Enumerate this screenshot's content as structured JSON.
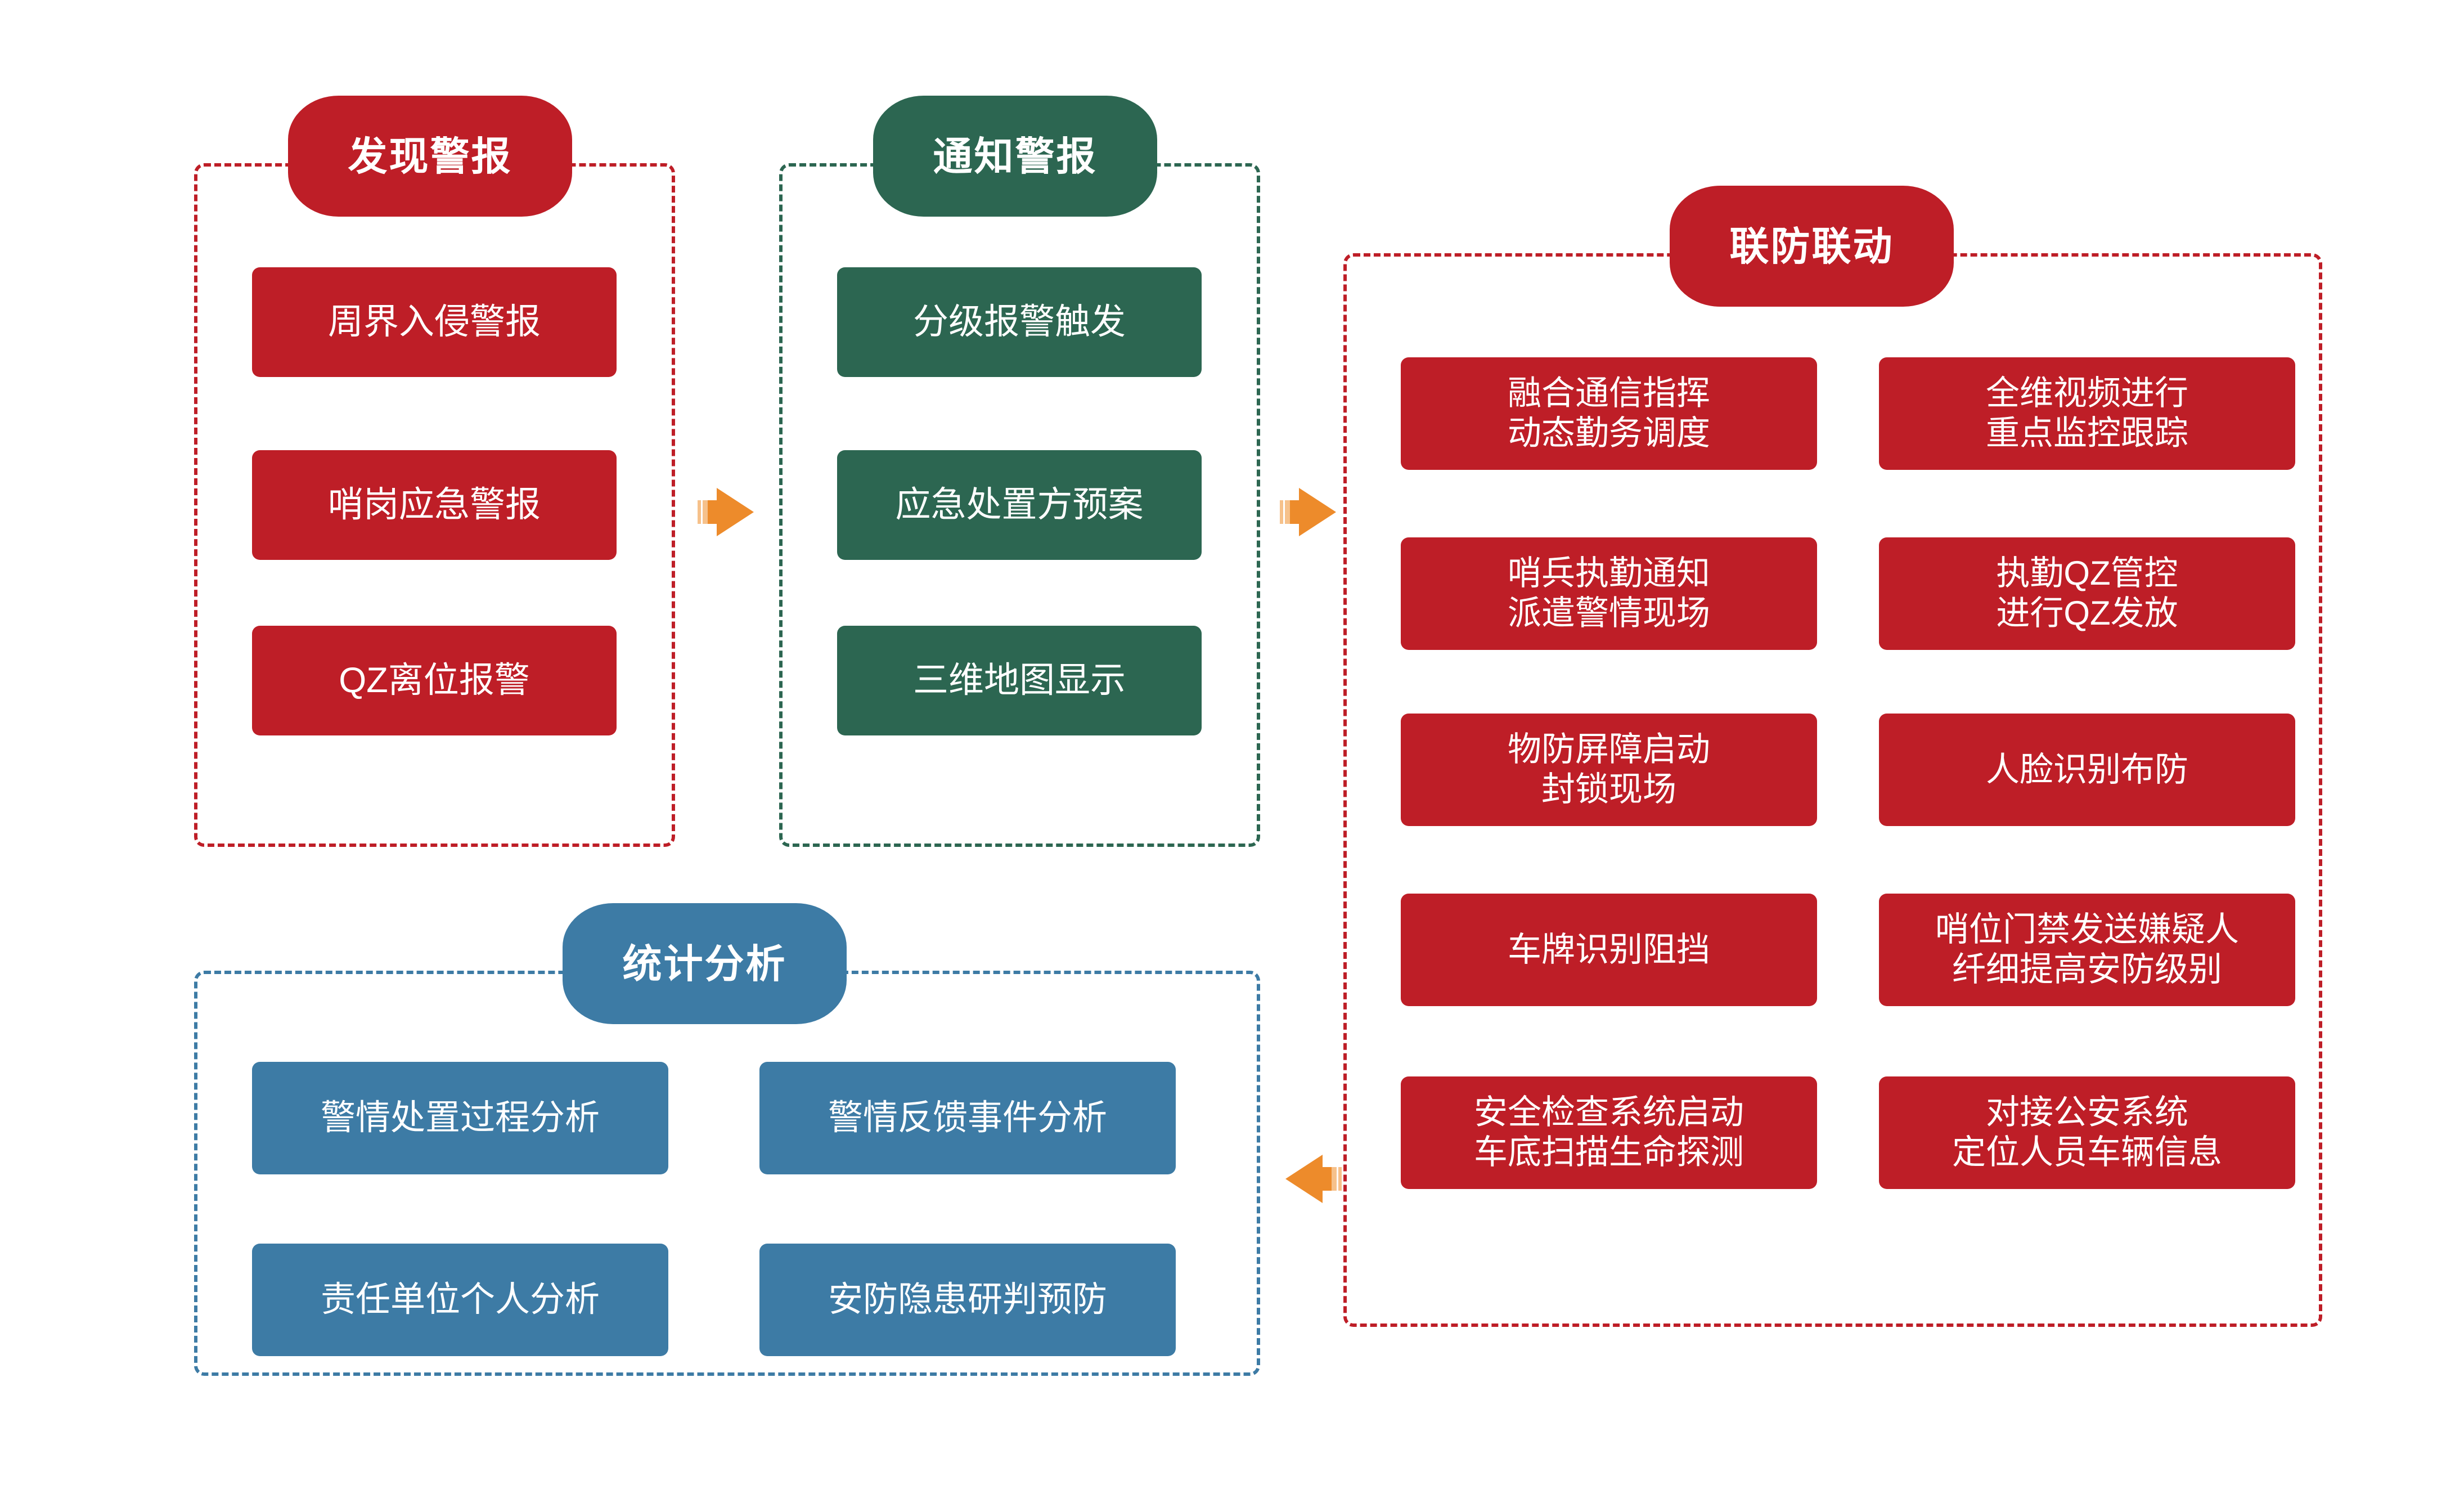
{
  "diagram": {
    "type": "flow-diagram",
    "title_text": "",
    "colors": {
      "red": "#BE1E27",
      "green": "#2C6651",
      "blue": "#3D7BA5",
      "arrow_orange": "#ED8B2B",
      "arrow_orange_light": "#F6C18B",
      "background": "#FFFFFF"
    }
  },
  "panels": {
    "discover": {
      "title": "发现警报",
      "color": "red",
      "items": [
        "周界入侵警报",
        "哨岗应急警报",
        "QZ离位报警"
      ]
    },
    "notify": {
      "title": "通知警报",
      "color": "green",
      "items": [
        "分级报警触发",
        "应急处置方预案",
        "三维地图显示"
      ]
    },
    "joint_defense": {
      "title": "联防联动",
      "color": "red",
      "items_left": [
        "融合通信指挥\n动态勤务调度",
        "哨兵执勤通知\n派遣警情现场",
        "物防屏障启动\n封锁现场",
        "车牌识别阻挡",
        "安全检查系统启动\n车底扫描生命探测"
      ],
      "items_right": [
        "全维视频进行\n重点监控跟踪",
        "执勤QZ管控\n进行QZ发放",
        "人脸识别布防",
        "哨位门禁发送嫌疑人\n纤细提高安防级别",
        "对接公安系统\n定位人员车辆信息"
      ]
    },
    "statistics": {
      "title": "统计分析",
      "color": "blue",
      "items": [
        "警情处置过程分析",
        "警情反馈事件分析",
        "责任单位个人分析",
        "安防隐患研判预防"
      ]
    }
  },
  "arrows": [
    {
      "name": "arrow-discover-to-notify",
      "direction": "right"
    },
    {
      "name": "arrow-notify-to-joint-defense",
      "direction": "right"
    },
    {
      "name": "arrow-joint-defense-to-statistics",
      "direction": "left"
    }
  ]
}
